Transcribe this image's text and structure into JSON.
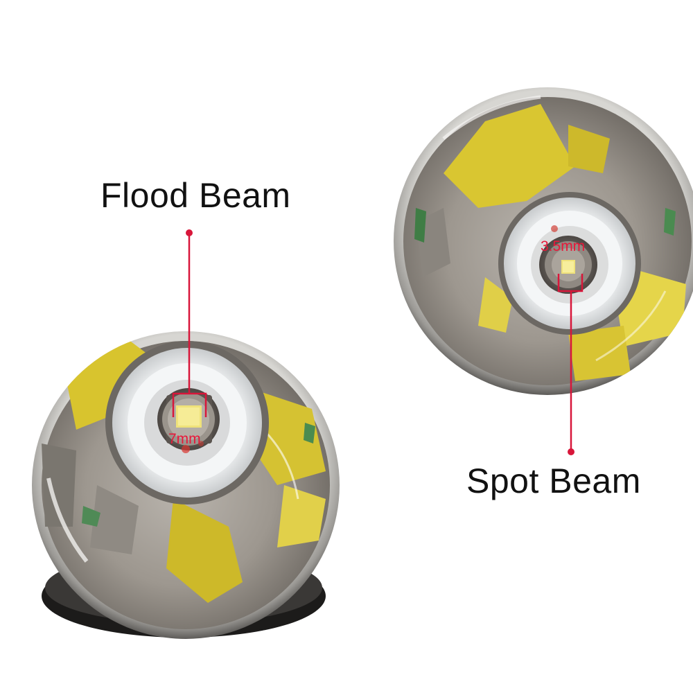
{
  "labels": {
    "flood_beam": "Flood Beam",
    "spot_beam": "Spot Beam",
    "flood_size": "7mm",
    "spot_size": "3.5mm"
  },
  "colors": {
    "pointer": "#d8163a",
    "label_text": "#111111",
    "size_text": "#e8183a",
    "reflector_yellow": "#d9c631",
    "reflector_silver": "#9a9690",
    "led_chip": "#efe27a",
    "centering_ring": "#e9ecee"
  }
}
